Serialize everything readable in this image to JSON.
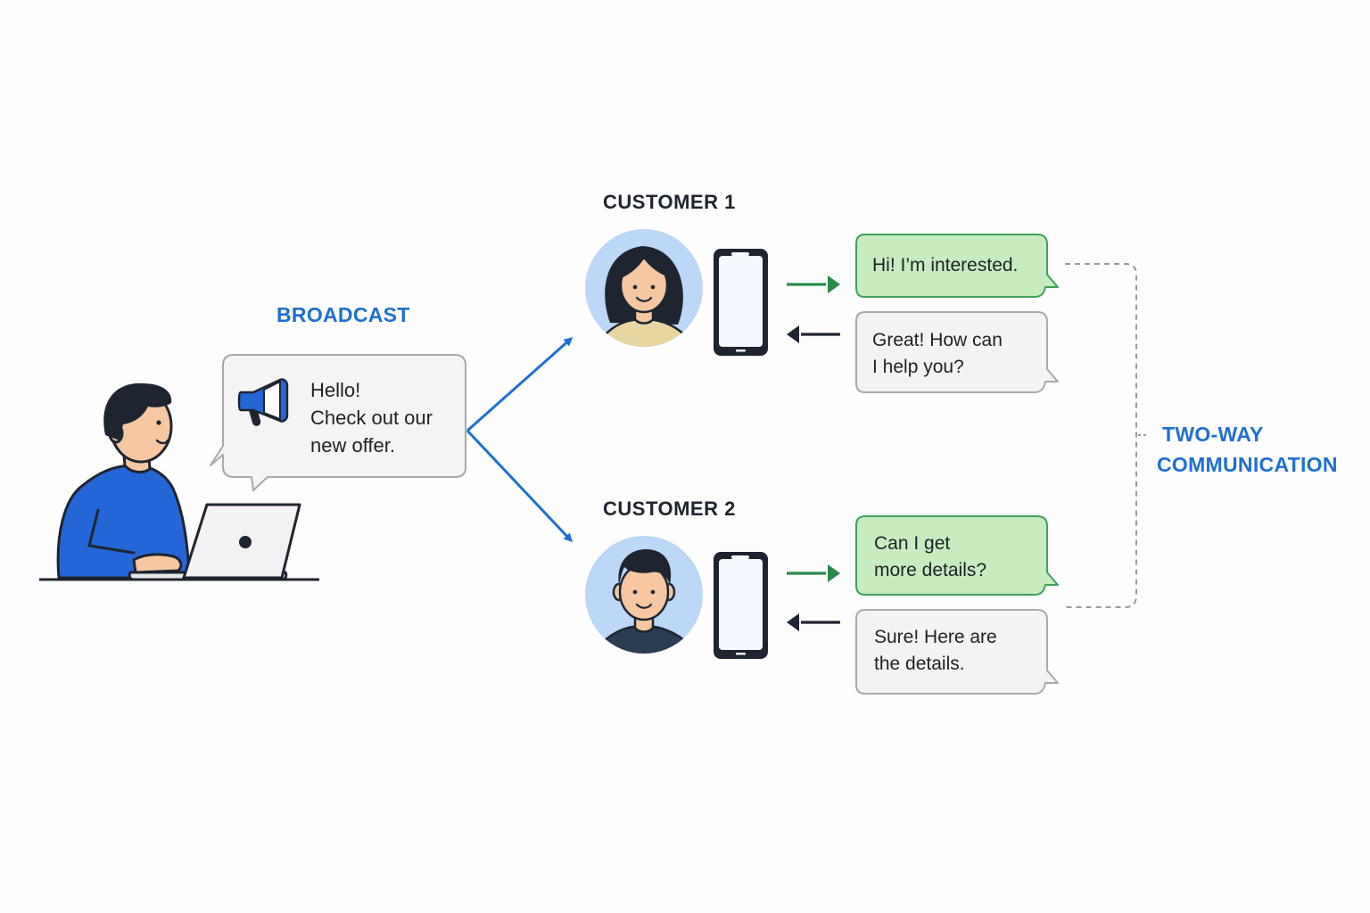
{
  "broadcast": {
    "label": "BROADCAST",
    "icon": "megaphone-icon",
    "message": {
      "line1": "Hello!",
      "line2": "Check out our",
      "line3": "new offer."
    }
  },
  "two_way": {
    "line1": "TWO-WAY",
    "line2": "COMMUNICATION"
  },
  "customers": [
    {
      "label": "CUSTOMER 1",
      "incoming": {
        "line1": "Hi! I’m interested."
      },
      "reply": {
        "line1": "Great! How can",
        "line2": "I help you?"
      }
    },
    {
      "label": "CUSTOMER 2",
      "incoming": {
        "line1": "Can I get",
        "line2": "more details?"
      },
      "reply": {
        "line1": "Sure! Here are",
        "line2": "the details."
      }
    }
  ],
  "colors": {
    "accent_blue": "#1f6fd1",
    "green_arrow": "#2a8a4a",
    "green_bubble": "#c6ecbf",
    "gray_bubble": "#f3f3f3",
    "avatar_bg": "#bcd7f7",
    "shirt_blue": "#2566d6"
  }
}
